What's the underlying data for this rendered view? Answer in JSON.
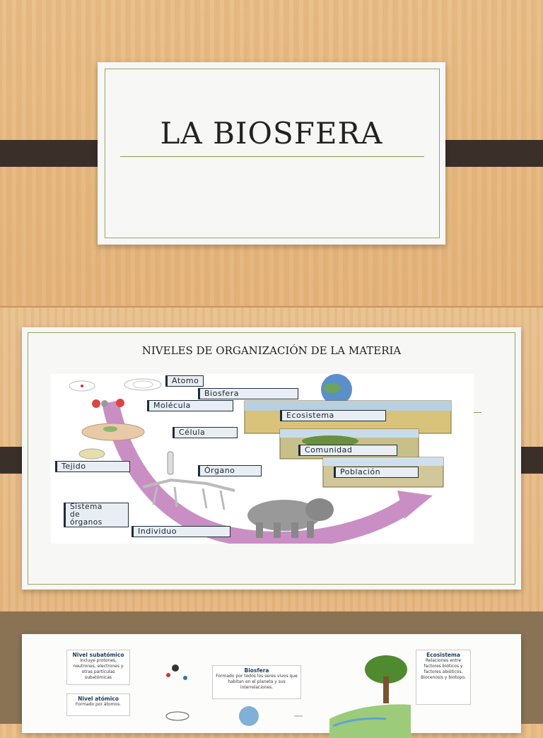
{
  "slides": {
    "title_slide": {
      "title": "LA BIOSFERA"
    },
    "levels_slide": {
      "title": "NIVELES DE ORGANIZACIÓN DE LA MATERIA",
      "labels": {
        "atomo": "Atomo",
        "biosfera": "Biosfera",
        "molecula": "Molécula",
        "celula": "Célula",
        "tejido": "Tejido",
        "organo": "Órgano",
        "sistema_line1": "Sistema",
        "sistema_line2": "de",
        "sistema_line3": "órganos",
        "individuo": "Individuo",
        "ecosistema": "Ecosistema",
        "comunidad": "Comunidad",
        "poblacion": "Población"
      }
    },
    "detail_slide": {
      "subatomico": {
        "heading": "Nivel subatómico",
        "text": "Incluye protones, neutrones, electrones y otras partículas subatómicas"
      },
      "atomico": {
        "heading": "Nivel atómico",
        "text": "Formado por átomos."
      },
      "biosfera": {
        "heading": "Biosfera",
        "text": "Formado por todos los seres vivos que habitan en el planeta y sus interrelaciones."
      },
      "ecosistema": {
        "heading": "Ecosistema",
        "text": "Relaciones entre factores bióticos y factores abióticos. Biocenosis y biotopo."
      }
    }
  },
  "colors": {
    "ribbon": "#3a3029",
    "frame": "#9aa463",
    "arrow": "#c98fc4"
  }
}
